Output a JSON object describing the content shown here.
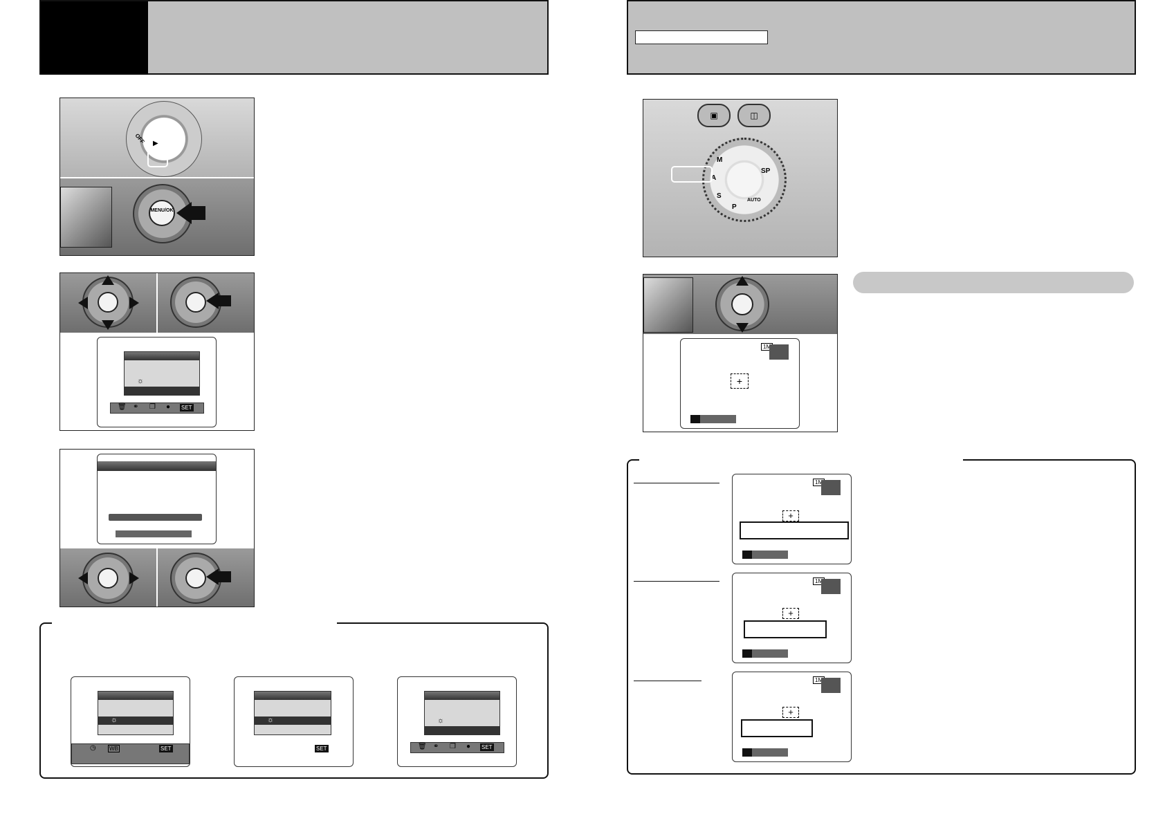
{
  "left_page": {
    "header": {
      "badge_text": "",
      "title": ""
    },
    "step1": {
      "menu_ok_label": "MENU/OK",
      "off_label": "OFF"
    },
    "step2": {
      "set_tab": "SET"
    },
    "bottom_box": {
      "set_tab": "SET",
      "wb_tab": "WB"
    }
  },
  "right_page": {
    "header": {
      "label_box_text": ""
    },
    "dial": {
      "labels": [
        "M",
        "A",
        "S",
        "P",
        "SP",
        "AUTO"
      ],
      "buttons": [
        "continuous-shooting-button",
        "exposure-compensation-button"
      ]
    },
    "lcd": {
      "size_badge": "1M"
    },
    "info_box": {
      "panels": [
        {
          "size_badge": "1M"
        },
        {
          "size_badge": "1M"
        },
        {
          "size_badge": "1M"
        }
      ]
    }
  },
  "colors": {
    "header_gray": "#c0c0c0",
    "ink": "#111111",
    "pill_gray": "#c8c8c8"
  }
}
